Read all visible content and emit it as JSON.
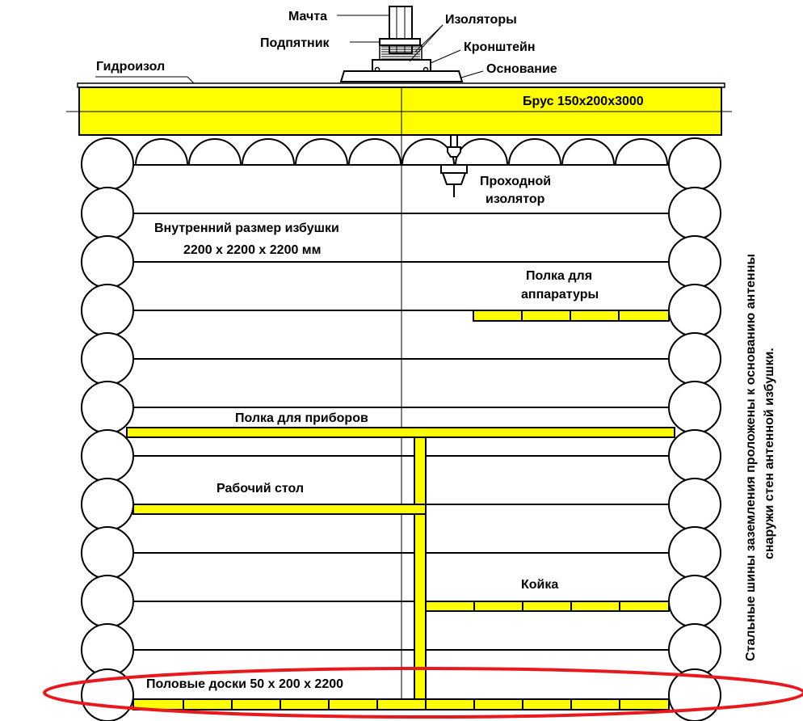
{
  "labels": {
    "mast": "Мачта",
    "insulators": "Изоляторы",
    "thrust_bearing": "Подпятник",
    "bracket": "Кронштейн",
    "base": "Основание",
    "waterproofing": "Гидроизол",
    "beam": "Брус 150x200x3000",
    "feedthrough_line1": "Проходной",
    "feedthrough_line2": "изолятор",
    "inner_size_line1": "Внутренний размер избушки",
    "inner_size_line2": "2200 х 2200 х 2200 мм",
    "equipment_shelf_line1": "Полка для",
    "equipment_shelf_line2": "аппаратуры",
    "instrument_shelf": "Полка для приборов",
    "workbench": "Рабочий стол",
    "bunk": "Койка",
    "floor_boards": "Половые доски 50 х 200 х 2200",
    "side_note_line1": "Стальные шины заземления проложены к основанию антенны",
    "side_note_line2": "снаружи стен антенной избушки."
  },
  "colors": {
    "wood": "#ffff00",
    "outline": "#000000",
    "highlight_ellipse": "#e8191e",
    "background": "#ffffff"
  }
}
